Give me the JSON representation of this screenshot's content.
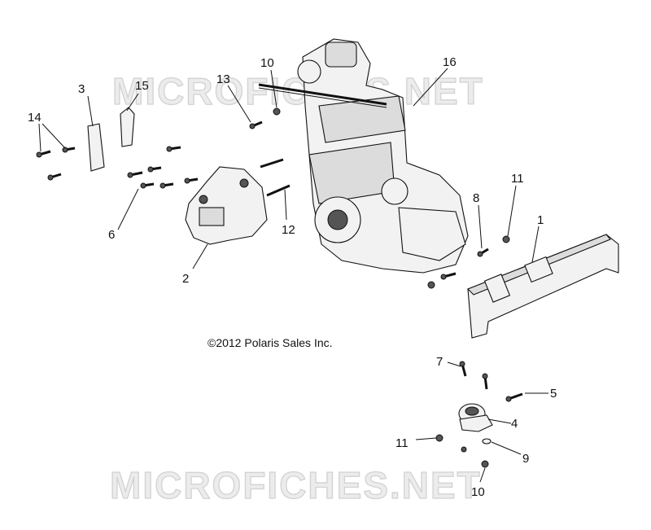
{
  "watermark": {
    "text": "MICROFICHES.NET"
  },
  "copyright": "©2012 Polaris Sales Inc.",
  "callouts": [
    {
      "id": "c1",
      "label": "1"
    },
    {
      "id": "c2",
      "label": "2"
    },
    {
      "id": "c3",
      "label": "3"
    },
    {
      "id": "c4",
      "label": "4"
    },
    {
      "id": "c5",
      "label": "5"
    },
    {
      "id": "c6",
      "label": "6"
    },
    {
      "id": "c7",
      "label": "7"
    },
    {
      "id": "c8",
      "label": "8"
    },
    {
      "id": "c9",
      "label": "9"
    },
    {
      "id": "c10a",
      "label": "10"
    },
    {
      "id": "c10b",
      "label": "10"
    },
    {
      "id": "c11a",
      "label": "11"
    },
    {
      "id": "c11b",
      "label": "11"
    },
    {
      "id": "c12",
      "label": "12"
    },
    {
      "id": "c13",
      "label": "13"
    },
    {
      "id": "c14",
      "label": "14"
    },
    {
      "id": "c15",
      "label": "15"
    },
    {
      "id": "c16",
      "label": "16"
    }
  ]
}
